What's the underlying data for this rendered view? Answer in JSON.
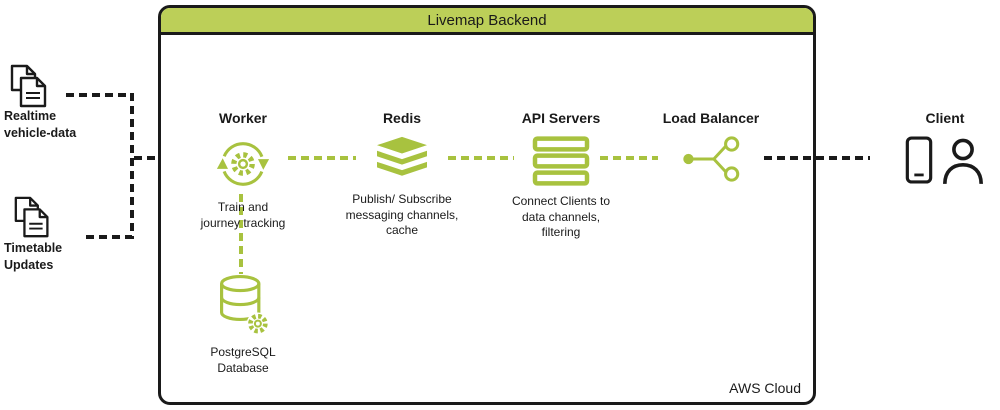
{
  "backend": {
    "title": "Livemap Backend",
    "footer_label": "AWS Cloud"
  },
  "nodes": {
    "worker": {
      "title": "Worker",
      "subtitle": "Train and\njourney tracking",
      "icon": "sync-gear-icon"
    },
    "redis": {
      "title": "Redis",
      "subtitle": "Publish/ Subscribe\nmessaging channels,\ncache",
      "icon": "layer-stack-icon"
    },
    "api_servers": {
      "title": "API Servers",
      "subtitle": "Connect Clients to\ndata channels,\nfiltering",
      "icon": "server-stack-icon"
    },
    "load_balancer": {
      "title": "Load Balancer",
      "icon": "share-branch-icon"
    },
    "postgresql": {
      "label": "PostgreSQL\nDatabase",
      "icon": "database-gear-icon"
    },
    "client": {
      "title": "Client",
      "icons": "smartphone-icon person-icon"
    }
  },
  "external_sources": [
    {
      "label": "Realtime\nvehicle-data",
      "icon": "documents-icon"
    },
    {
      "label": "Timetable\nUpdates",
      "icon": "documents-icon"
    }
  ],
  "connectors": {
    "internal_style": "green-dashed",
    "external_style": "black-dashed"
  },
  "colors": {
    "accent_green": "#a8c23f",
    "header_green": "#bccf58",
    "line_black": "#1a1a1a"
  }
}
